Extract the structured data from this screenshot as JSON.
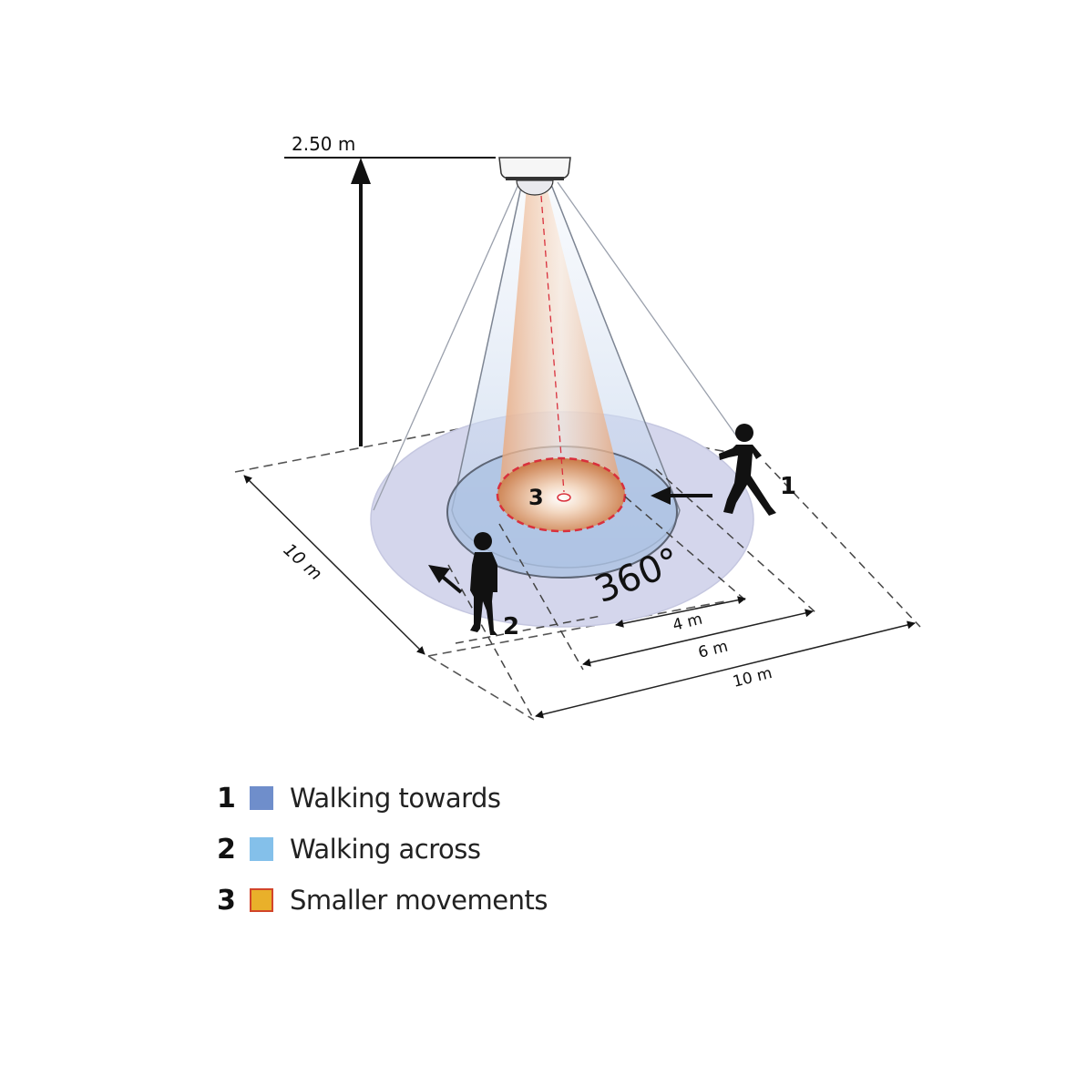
{
  "title": "360° ceiling presence detector detection range",
  "height_label": "2.50 m",
  "angle_label": "360°",
  "zone_markers": {
    "walking_towards": "1",
    "walking_across": "2",
    "smaller_movements": "3"
  },
  "dimensions": {
    "side": "10 m",
    "inner": "4 m",
    "middle": "6 m",
    "outer": "10 m"
  },
  "legend": [
    {
      "num": "1",
      "label": "Walking towards",
      "color": "#6f8ecb",
      "border": "#6f8ecb"
    },
    {
      "num": "2",
      "label": "Walking across",
      "color": "#84c0ea",
      "border": "#84c0ea"
    },
    {
      "num": "3",
      "label": "Smaller movements",
      "color": "#e9b02a",
      "border": "#d2452a"
    }
  ],
  "colors": {
    "outer_zone": "#d4d6ec",
    "middle_zone": "#a9c0e2",
    "inner_zone": "#c9804f",
    "dashed_red": "#d9303c"
  }
}
